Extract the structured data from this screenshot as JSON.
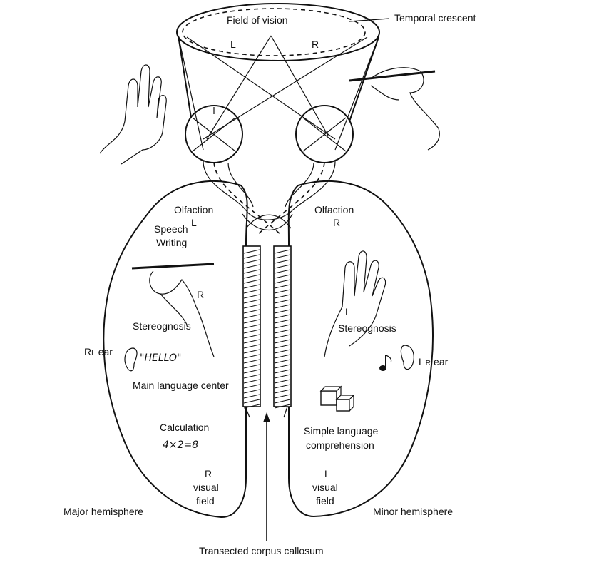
{
  "diagram": {
    "field_of_vision": "Field of vision",
    "temporal_crescent": "Temporal crescent",
    "field_L": "L",
    "field_R": "R",
    "olfaction_left": "Olfaction",
    "olfaction_left_side": "L",
    "olfaction_right": "Olfaction",
    "olfaction_right_side": "R",
    "speech": "Speech",
    "writing": "Writing",
    "hand_R": "R",
    "hand_L": "L",
    "stereognosis_left": "Stereognosis",
    "stereognosis_right": "Stereognosis",
    "rl_ear": "R",
    "rl_ear_sub": "L",
    "rl_ear_word": "ear",
    "hello": "\"HELLO\"",
    "lr_ear": "L",
    "lr_ear_sub": "R",
    "lr_ear_word": "ear",
    "main_language_center": "Main language center",
    "calculation": "Calculation",
    "calc_expression": "4×2=8",
    "simple_language_1": "Simple language",
    "simple_language_2": "comprehension",
    "r_visual_field_1": "R",
    "r_visual_field_2": "visual",
    "r_visual_field_3": "field",
    "l_visual_field_1": "L",
    "l_visual_field_2": "visual",
    "l_visual_field_3": "field",
    "major_hemisphere": "Major hemisphere",
    "minor_hemisphere": "Minor hemisphere",
    "transected_corpus_callosum": "Transected corpus callosum"
  }
}
